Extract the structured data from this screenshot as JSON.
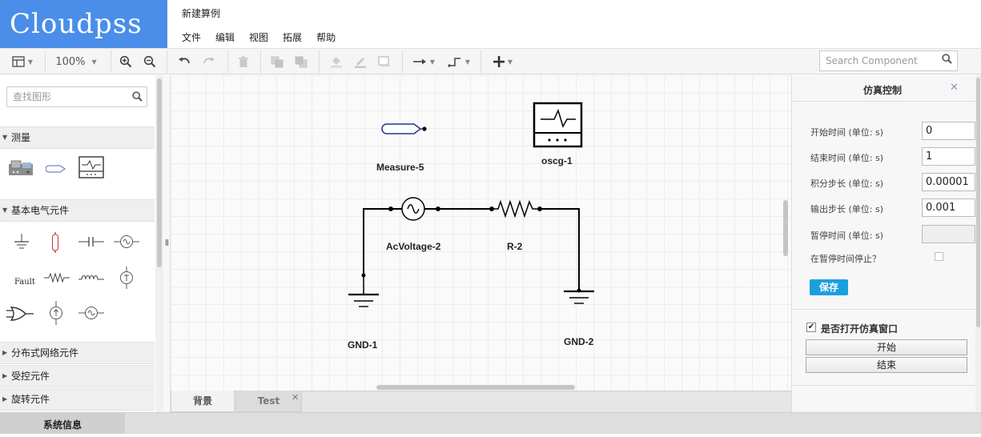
{
  "app": {
    "logo": "Cloudpss",
    "doc_title": "新建算例"
  },
  "menu": [
    "文件",
    "编辑",
    "视图",
    "拓展",
    "帮助"
  ],
  "toolbar": {
    "zoom": "100%",
    "search_placeholder": "Search Component"
  },
  "sidebar": {
    "search_placeholder": "查找图形",
    "categories": [
      {
        "label": "测量",
        "expanded": true
      },
      {
        "label": "基本电气元件",
        "expanded": true
      },
      {
        "label": "分布式网络元件",
        "expanded": false
      },
      {
        "label": "受控元件",
        "expanded": false
      },
      {
        "label": "旋转元件",
        "expanded": false
      }
    ],
    "fault_label": "Fault"
  },
  "canvas": {
    "components": {
      "measure": "Measure-5",
      "oscg": "oscg-1",
      "acvoltage": "AcVoltage-2",
      "resistor": "R-2",
      "gnd1": "GND-1",
      "gnd2": "GND-2"
    }
  },
  "tabs": [
    {
      "label": "背景",
      "active": true
    },
    {
      "label": "Test",
      "active": false,
      "closable": true
    }
  ],
  "sim_panel": {
    "title": "仿真控制",
    "fields": [
      {
        "label": "开始时间 (单位: s)",
        "value": "0"
      },
      {
        "label": "结束时间 (单位: s)",
        "value": "1"
      },
      {
        "label": "积分步长 (单位: s)",
        "value": "0.00001"
      },
      {
        "label": "输出步长 (单位: s)",
        "value": "0.001"
      },
      {
        "label": "暂停时间 (单位: s)",
        "value": ""
      }
    ],
    "pause_stop_label": "在暂停时间停止？",
    "save_label": "保存",
    "open_window_label": "是否打开仿真窗口",
    "open_window_checked": true,
    "start_label": "开始",
    "end_label": "结束"
  },
  "footer": {
    "sysinfo": "系统信息"
  },
  "colors": {
    "logo_bg": "#4a8eea",
    "save_btn": "#1a9fde"
  }
}
